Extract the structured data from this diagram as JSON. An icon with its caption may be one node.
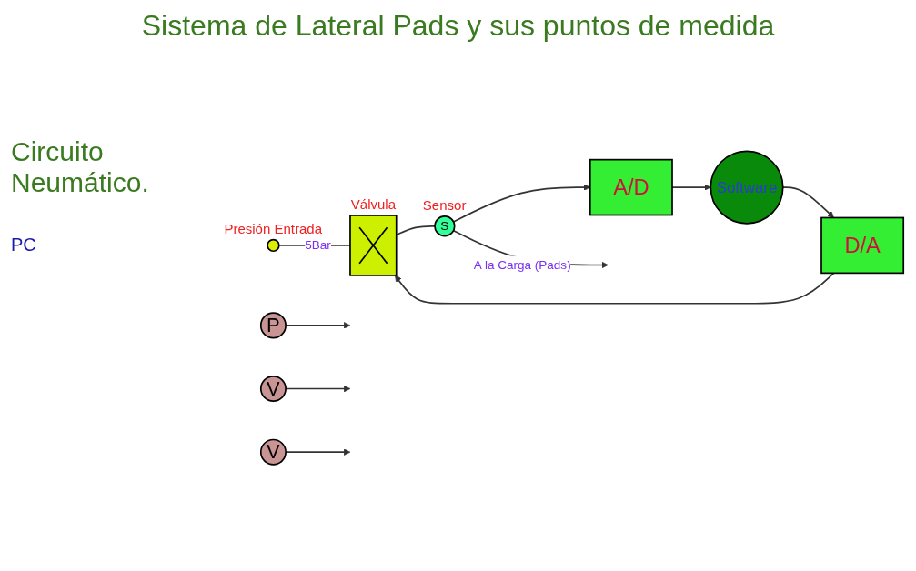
{
  "diagram": {
    "title": "Sistema de Lateral Pads y sus puntos de medida",
    "nodes": [
      {
        "text": [],
        "shape": "circle",
        "beside": [
          "Presión Entrada"
        ]
      },
      {
        "text": [],
        "shape": "box",
        "beside": [
          "Válvula"
        ]
      },
      {
        "text": [
          "S"
        ],
        "beside": [
          "Sensor"
        ]
      },
      {
        "text": [
          "P"
        ]
      },
      {
        "text": [
          "V"
        ]
      },
      {
        "text": [
          "D/A"
        ]
      },
      {
        "text": [
          "V"
        ]
      },
      {
        "text": [
          "A/D"
        ]
      },
      {
        "text": [
          "Software"
        ]
      }
    ],
    "edges": [
      {
        "from": 0,
        "to": 1,
        "arrow": "none",
        "label": "5Bar"
      },
      {
        "from": 1,
        "to": 2,
        "arrow": "none"
      },
      {
        "from": 2,
        "to": null,
        "arrow": "to",
        "label": "A la Carga (Pads)"
      },
      {
        "from": 3,
        "to": null,
        "arrow": "to"
      },
      {
        "from": 5,
        "to": 1,
        "arrow": "to"
      },
      {
        "from": 4,
        "to": null,
        "arrow": "to"
      },
      {
        "from": 8,
        "to": 5,
        "arrow": "to"
      },
      {
        "from": 2,
        "to": 7,
        "arrow": "to"
      },
      {
        "from": 6,
        "to": null,
        "arrow": "to"
      },
      {
        "from": 7,
        "to": 8,
        "arrow": "to"
      }
    ],
    "labels": [
      "Circuito Neumático.",
      "PC"
    ]
  }
}
